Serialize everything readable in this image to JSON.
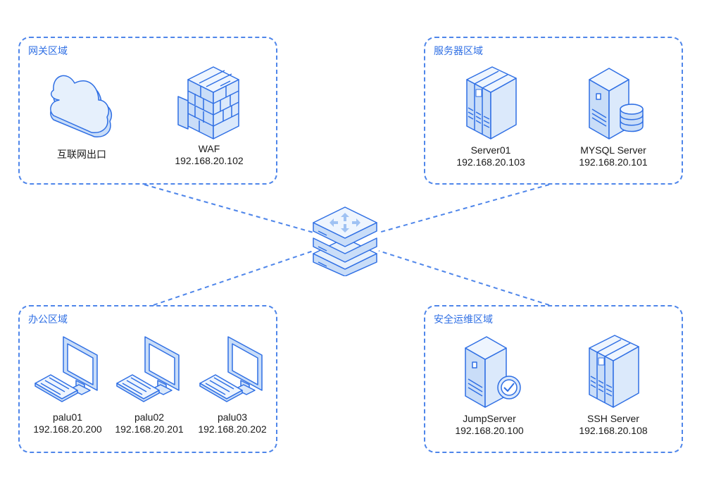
{
  "zones": {
    "gateway": {
      "title": "网关区域"
    },
    "server": {
      "title": "服务器区域"
    },
    "office": {
      "title": "办公区域"
    },
    "ops": {
      "title": "安全运维区域"
    }
  },
  "devices": {
    "internet": {
      "label": "互联网出口",
      "ip": ""
    },
    "waf": {
      "label": "WAF",
      "ip": "192.168.20.102"
    },
    "server01": {
      "label": "Server01",
      "ip": "192.168.20.103"
    },
    "mysql": {
      "label": "MYSQL Server",
      "ip": "192.168.20.101"
    },
    "palu01": {
      "label": "palu01",
      "ip": "192.168.20.200"
    },
    "palu02": {
      "label": "palu02",
      "ip": "192.168.20.201"
    },
    "palu03": {
      "label": "palu03",
      "ip": "192.168.20.202"
    },
    "jumpserver": {
      "label": "JumpServer",
      "ip": "192.168.20.100"
    },
    "ssh": {
      "label": "SSH Server",
      "ip": "192.168.20.108"
    }
  },
  "colors": {
    "accent": "#4f86ea",
    "icon_fill": "#dbe9fb",
    "icon_stroke": "#2f6fe4"
  },
  "icons": {
    "internet": "cloud-icon",
    "waf": "firewall-icon",
    "server01": "server-rack-icon",
    "mysql": "database-server-icon",
    "office": "desktop-computer-icon",
    "jumpserver": "bastion-server-icon",
    "ssh": "server-rack-icon",
    "hub": "network-switch-icon"
  }
}
